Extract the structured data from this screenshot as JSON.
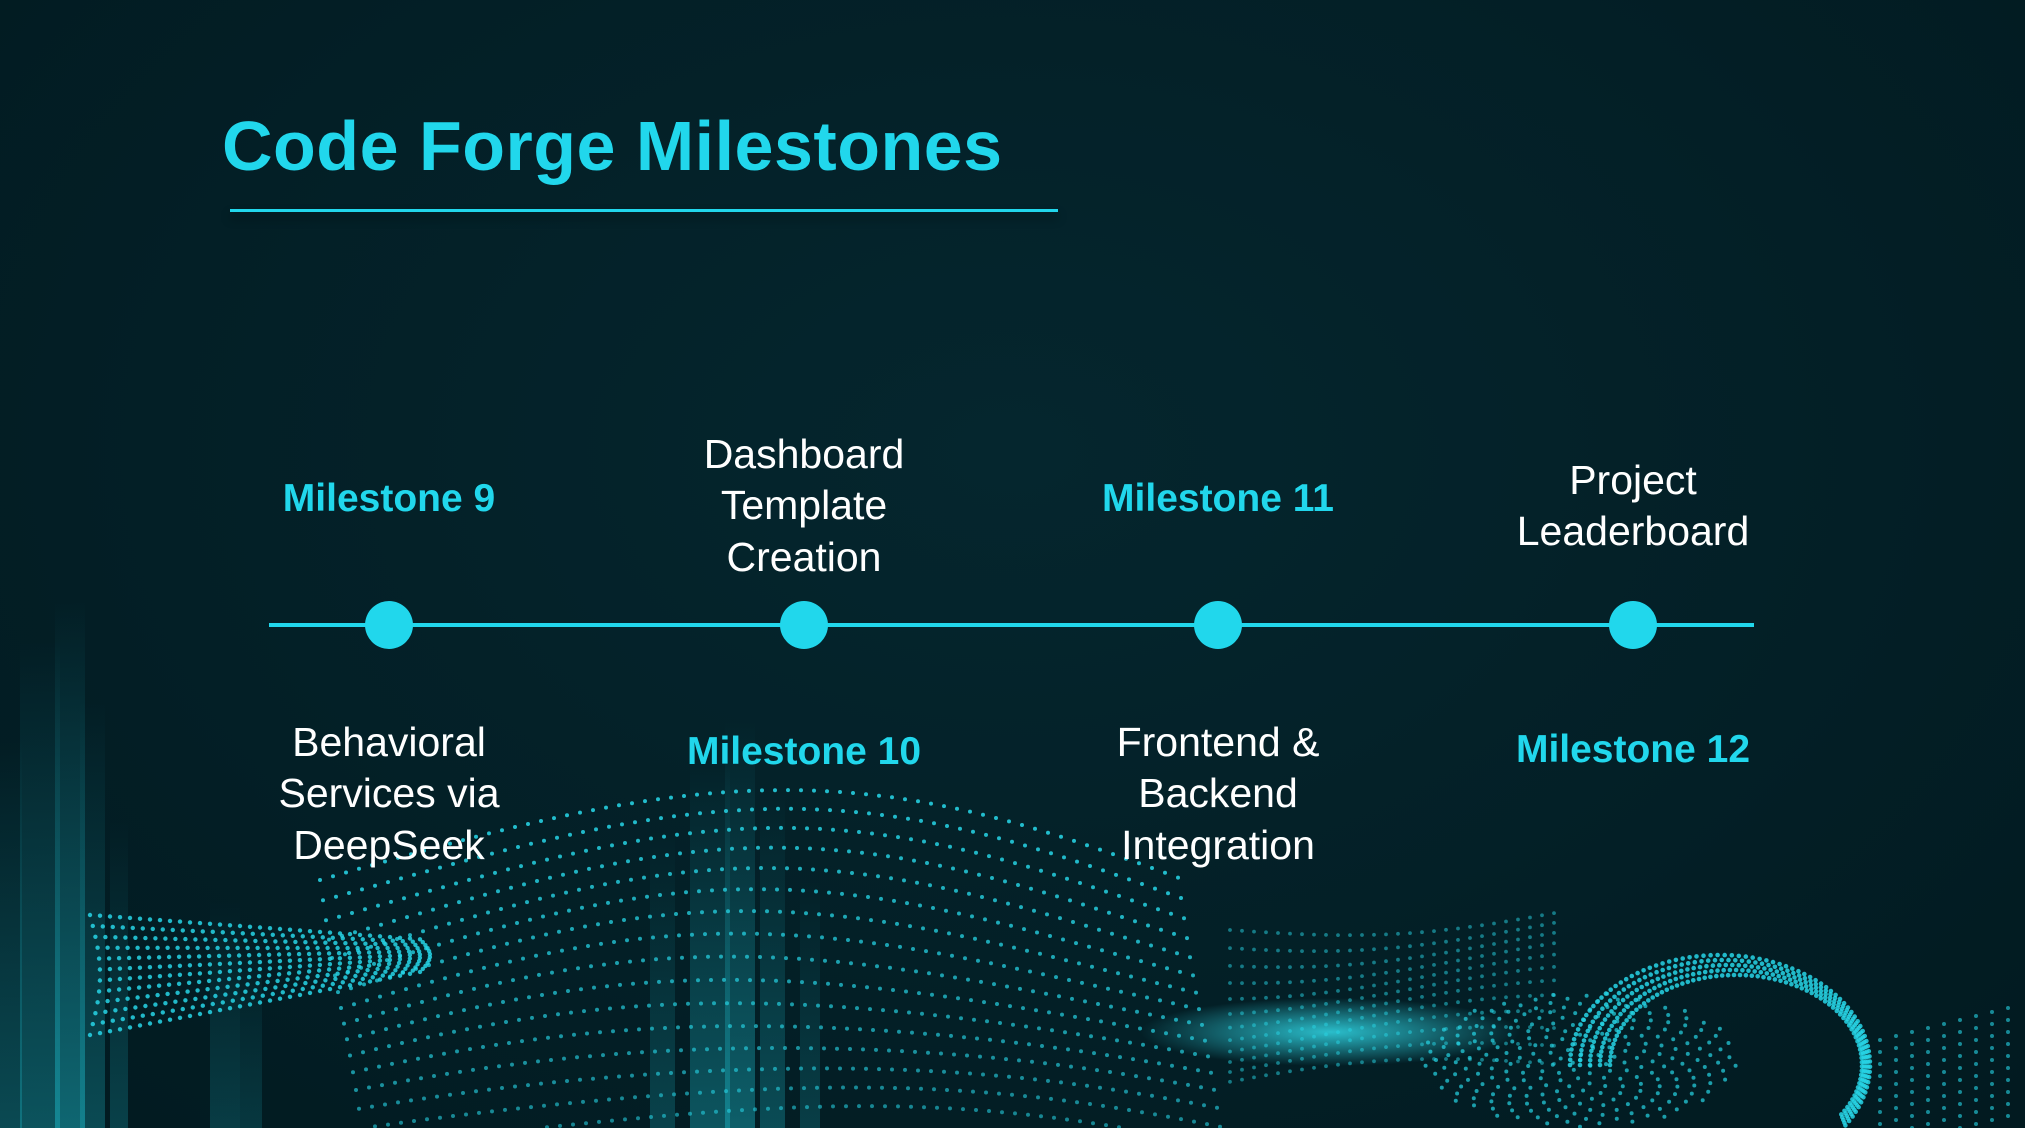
{
  "slide": {
    "title": "Code Forge Milestones"
  },
  "timeline": {
    "items": [
      {
        "milestone": "Milestone 9",
        "description_lines": [
          "Behavioral",
          "Services via",
          "DeepSeek"
        ]
      },
      {
        "milestone": "Milestone 10",
        "description_lines": [
          "Dashboard",
          "Template",
          "Creation"
        ]
      },
      {
        "milestone": "Milestone 11",
        "description_lines": [
          "Frontend &",
          "Backend",
          "Integration"
        ]
      },
      {
        "milestone": "Milestone 12",
        "description_lines": [
          "Project",
          "Leaderboard"
        ]
      }
    ]
  },
  "colors": {
    "background": "#032027",
    "accent": "#21d7ec",
    "text": "#ffffff"
  }
}
